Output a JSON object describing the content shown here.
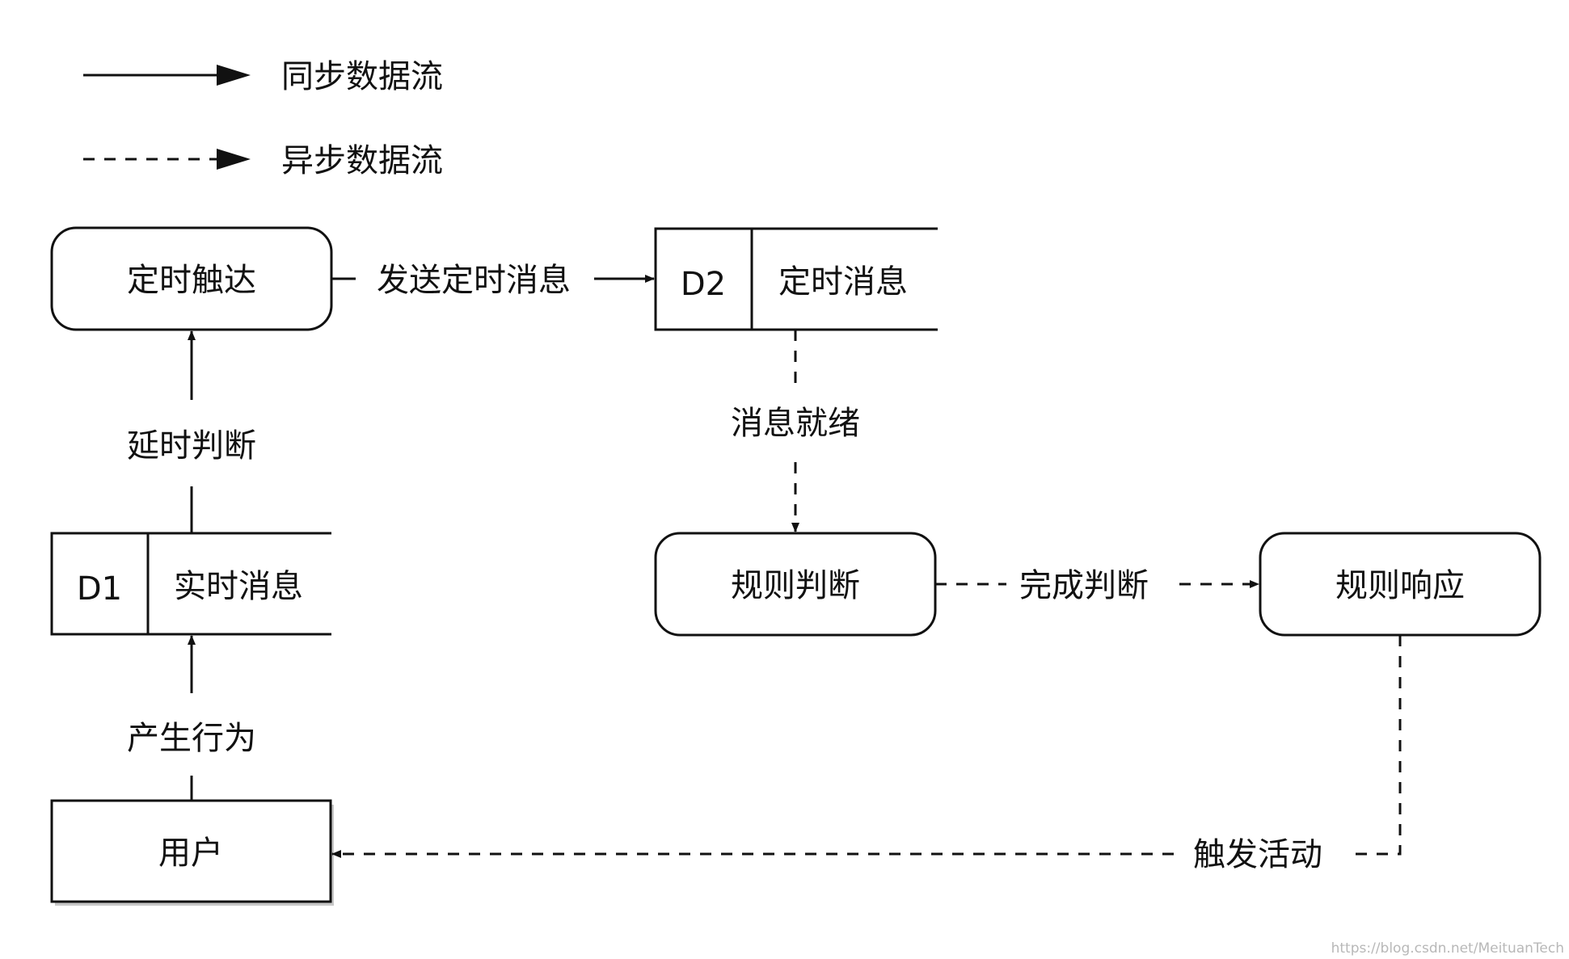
{
  "legend": {
    "sync_label": "同步数据流",
    "async_label": "异步数据流"
  },
  "nodes": {
    "timed_reach": "定时触达",
    "rule_judgment": "规则判断",
    "rule_response": "规则响应",
    "user": "用户"
  },
  "stores": {
    "d1": {
      "id": "D1",
      "label": "实时消息"
    },
    "d2": {
      "id": "D2",
      "label": "定时消息"
    }
  },
  "edges": {
    "send_timed_message": "发送定时消息",
    "message_ready": "消息就绪",
    "delay_judgment": "延时判断",
    "complete_judgment": "完成判断",
    "generate_behavior": "产生行为",
    "trigger_activity": "触发活动"
  },
  "watermark": "https://blog.csdn.net/MeituanTech",
  "colors": {
    "line": "#111111",
    "background": "#ffffff",
    "watermark": "#b8b8b8"
  }
}
